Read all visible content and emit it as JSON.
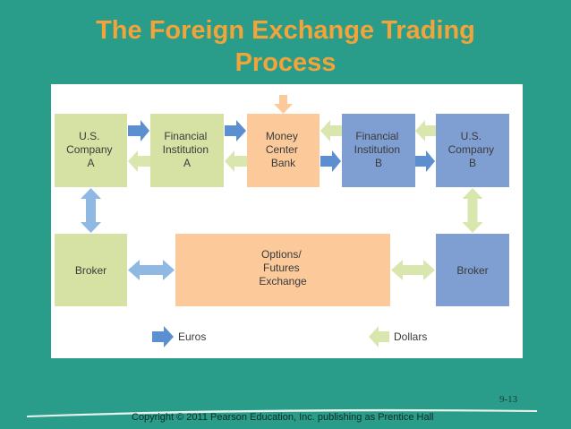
{
  "slide": {
    "title_line1": "The Foreign Exchange Trading",
    "title_line2": "Process",
    "slide_number": "9-13",
    "copyright": "Copyright © 2011 Pearson Education, Inc. publishing as Prentice Hall"
  },
  "diagram": {
    "boxes": {
      "us_company_a": [
        "U.S.",
        "Company",
        "A"
      ],
      "financial_institution_a": [
        "Financial",
        "Institution",
        "A"
      ],
      "money_center_bank": [
        "Money",
        "Center",
        "Bank"
      ],
      "financial_institution_b": [
        "Financial",
        "Institution",
        "B"
      ],
      "us_company_b": [
        "U.S.",
        "Company",
        "B"
      ],
      "broker_left": [
        "Broker"
      ],
      "options_futures_exchange": [
        "Options/",
        "Futures",
        "Exchange"
      ],
      "broker_right": [
        "Broker"
      ]
    },
    "legend": {
      "euros": "Euros",
      "dollars": "Dollars"
    },
    "colors": {
      "green_box": "#d6e2a4",
      "orange_box": "#fbc99a",
      "blue_box": "#7f9fd3",
      "euro_arrow": "#5b8fcf",
      "dollar_arrow": "#d9e6ae",
      "bidirectional_arrow": "#8fb8e3",
      "background": "#2a9c8a",
      "title": "#f2a33a"
    }
  }
}
